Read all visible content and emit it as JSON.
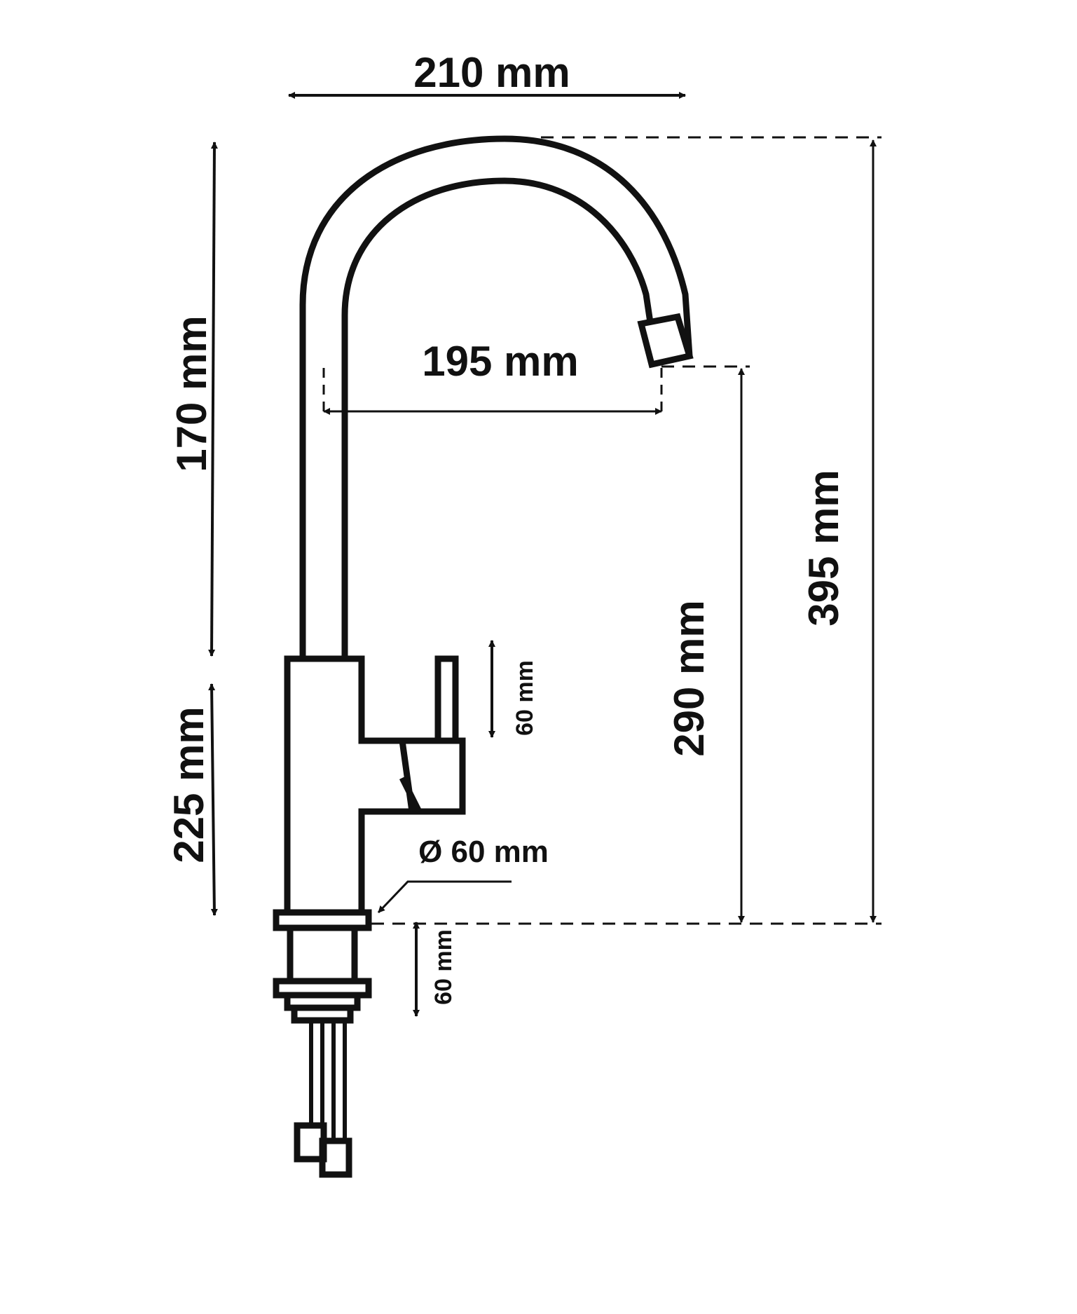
{
  "colors": {
    "line": "#111111",
    "background": "#ffffff"
  },
  "dimensions": {
    "width_total": "210 mm",
    "spout_reach": "195 mm",
    "spout_height": "170 mm",
    "body_height": "225 mm",
    "spout_clearance": "290 mm",
    "total_height": "395 mm",
    "lever_height": "60 mm",
    "base_diameter": "Ø 60 mm",
    "shank_length": "60 mm"
  }
}
